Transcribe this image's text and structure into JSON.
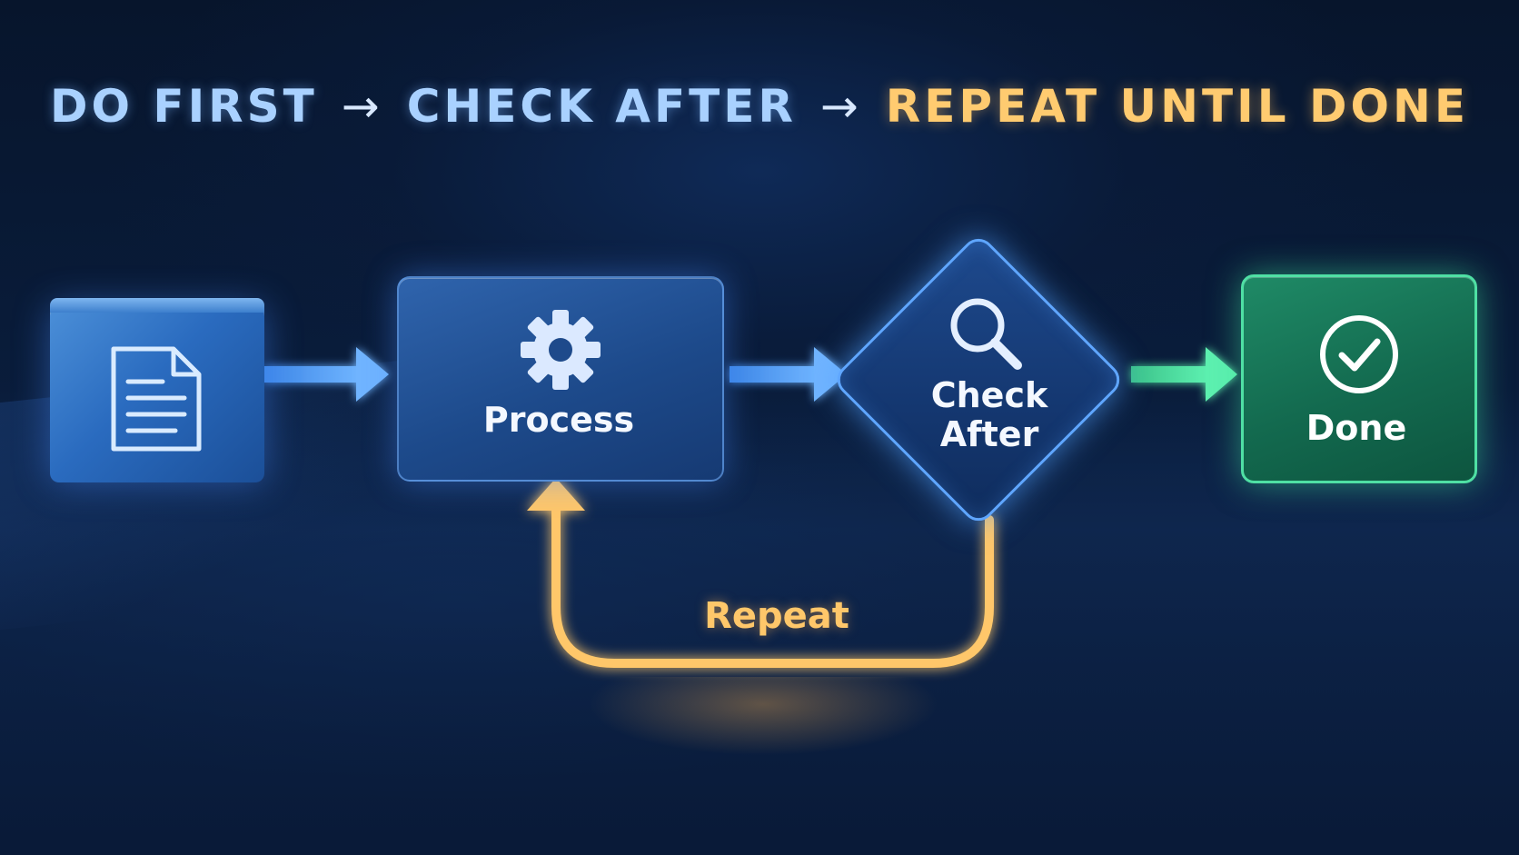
{
  "title": {
    "step1": "DO FIRST",
    "arrow1": "→",
    "step2": "CHECK AFTER",
    "arrow2": "→",
    "step3": "REPEAT UNTIL DONE"
  },
  "nodes": {
    "input_icon": "document-icon",
    "process": {
      "label": "Process",
      "icon": "gear-icon"
    },
    "check": {
      "label_line1": "Check",
      "label_line2": "After",
      "icon": "magnifier-icon"
    },
    "done": {
      "label": "Done",
      "icon": "checkmark-circle-icon"
    }
  },
  "loop": {
    "label": "Repeat"
  },
  "colors": {
    "title_blue": "#a9d1ff",
    "title_gold": "#ffcb70",
    "flow_blue": "#5fa6ff",
    "flow_green": "#4fe0a4",
    "loop_gold": "#ffc76a",
    "background": "#07152c"
  }
}
